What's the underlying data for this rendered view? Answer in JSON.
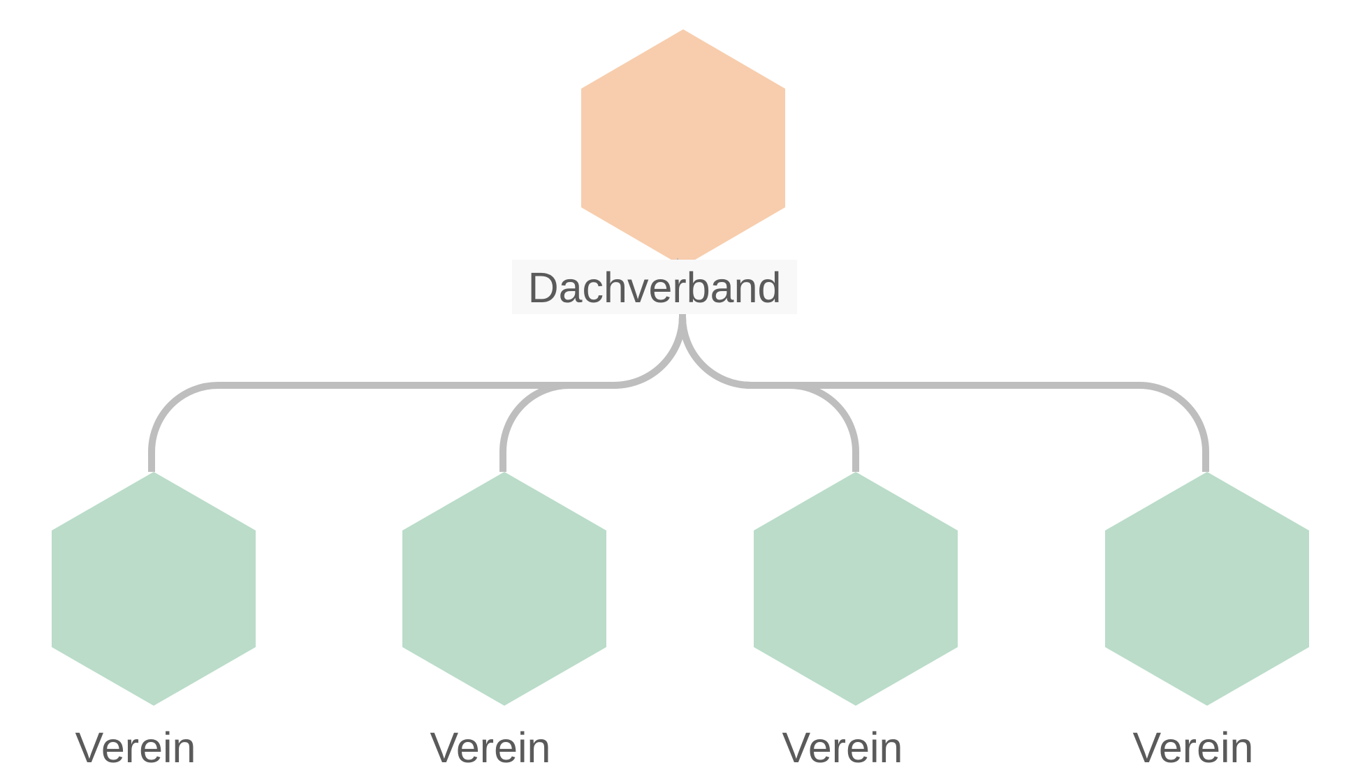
{
  "colors": {
    "root_fill": "#f7cdad",
    "child_fill": "#badcc9",
    "connector": "#bebebe",
    "label_text": "#5a5a5a",
    "label_background": "#f8f8f8"
  },
  "root": {
    "label": "Dachverband",
    "shape": "hexagon"
  },
  "children": [
    {
      "label": "Verein",
      "shape": "hexagon"
    },
    {
      "label": "Verein",
      "shape": "hexagon"
    },
    {
      "label": "Verein",
      "shape": "hexagon"
    },
    {
      "label": "Verein",
      "shape": "hexagon"
    }
  ]
}
